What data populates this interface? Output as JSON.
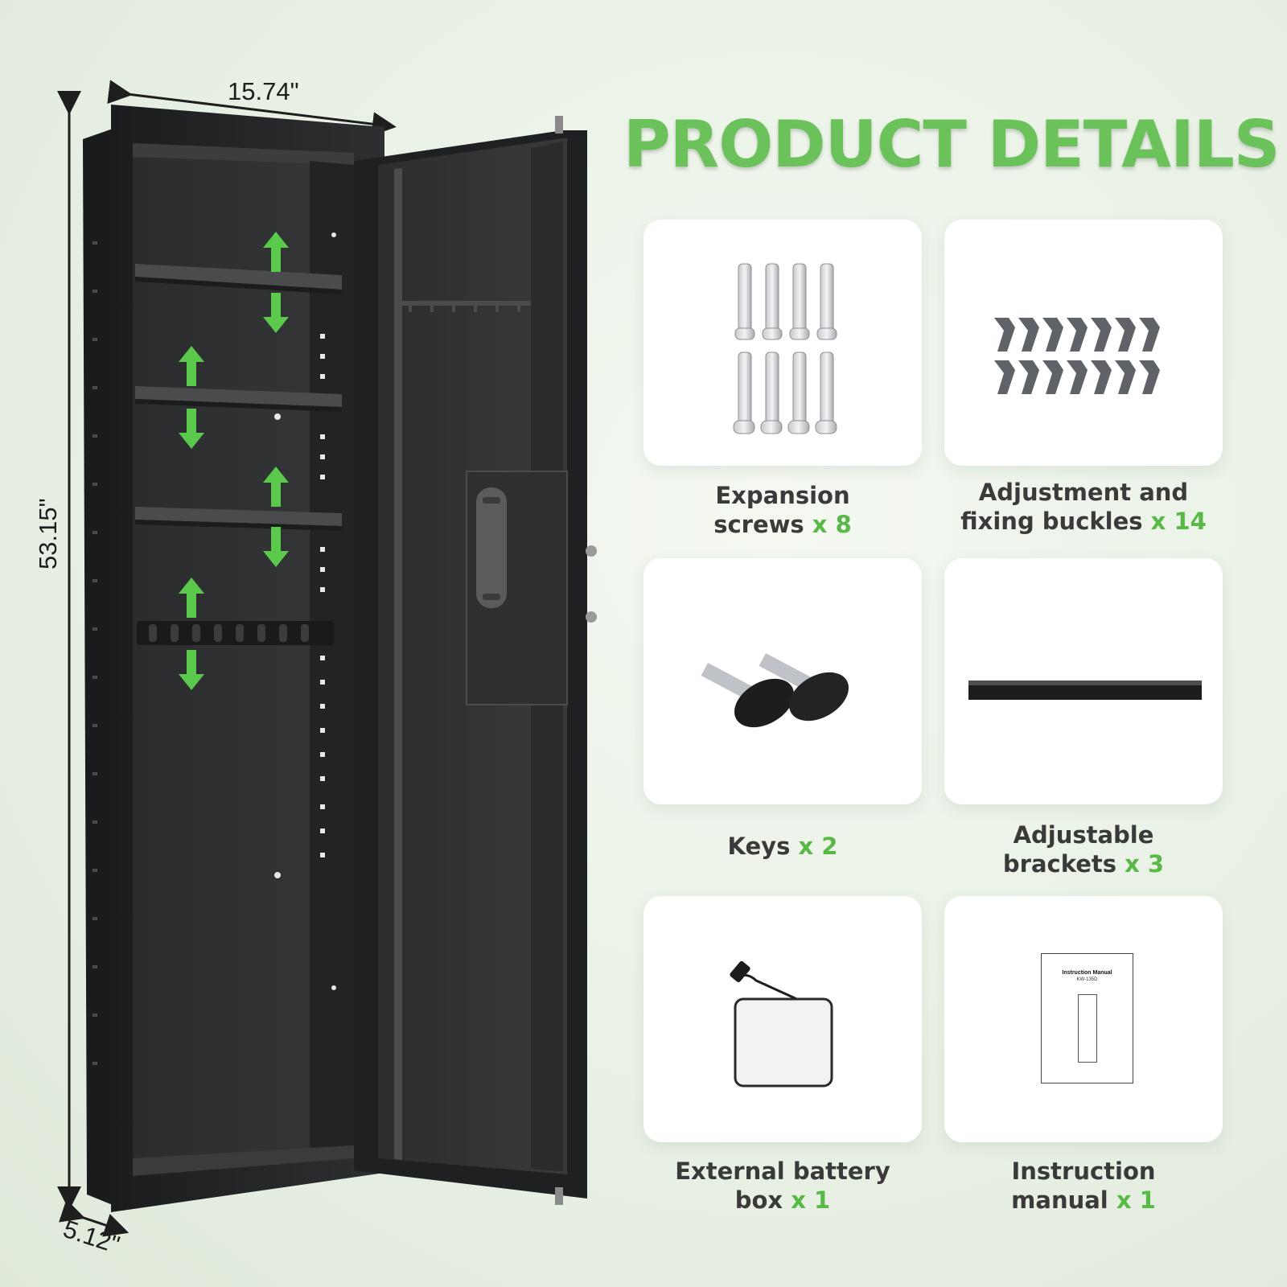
{
  "title": "PRODUCT DETAILS",
  "dimensions": {
    "width": "15.74\"",
    "height": "53.15\"",
    "depth": "5.12\""
  },
  "items": [
    {
      "line1": "Expansion",
      "line2": "screws",
      "qty": "x 8",
      "icon": "expansion-screws"
    },
    {
      "line1": "Adjustment and",
      "line2": "fixing buckles",
      "qty": "x 14",
      "icon": "buckles"
    },
    {
      "line1": "",
      "line2": "Keys",
      "qty": "x 2",
      "icon": "keys"
    },
    {
      "line1": "Adjustable",
      "line2": "brackets",
      "qty": "x 3",
      "icon": "bracket"
    },
    {
      "line1": "External battery",
      "line2": "box",
      "qty": "x 1",
      "icon": "battery-box"
    },
    {
      "line1": "Instruction",
      "line2": "manual",
      "qty": "x 1",
      "icon": "manual"
    }
  ],
  "manual_cover": {
    "title": "Instruction Manual",
    "model": "KW-135D"
  },
  "colors": {
    "accent": "#6cc25a",
    "cabinet": "#2a2b2d"
  }
}
